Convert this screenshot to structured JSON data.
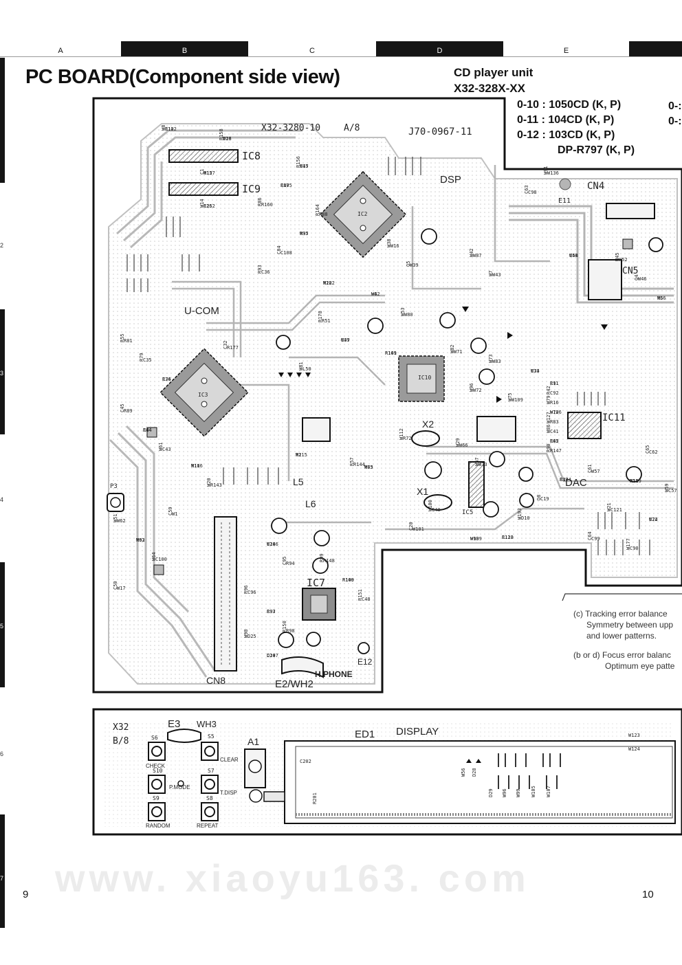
{
  "header": {
    "columns": [
      "A",
      "B",
      "C",
      "D",
      "E"
    ],
    "rows": [
      "2",
      "3",
      "4",
      "5",
      "6",
      "7"
    ]
  },
  "title": "PC BOARD(Component side view)",
  "unit": {
    "name": "CD player unit",
    "code": "X32-328X-XX"
  },
  "models": [
    "0-10 : 1050CD (K, P)",
    "0-11 : 104CD (K, P)",
    "0-12 : 103CD (K, P)",
    "DP-R797 (K, P)"
  ],
  "models_cut": [
    "0-:",
    "0-:"
  ],
  "main_board": {
    "board_no": "X32-3280-10",
    "sheet": "A/8",
    "pcb_no": "J70-0967-11",
    "ics": [
      "IC8",
      "IC9",
      "IC2",
      "IC3",
      "IC10",
      "IC11",
      "IC5",
      "IC7"
    ],
    "blocks": [
      "DSP",
      "U-COM",
      "DAC",
      "CN4",
      "CN5",
      "CN8",
      "E11",
      "E12",
      "X1",
      "X2",
      "P3",
      "L5",
      "L6"
    ],
    "bottom_labels": [
      "H.PHONE",
      "E2/WH2"
    ],
    "components": [
      "W8",
      "W18",
      "W12",
      "W14",
      "W15",
      "R87",
      "R86",
      "R88",
      "W37",
      "C84",
      "C36",
      "W28",
      "W38",
      "W39",
      "W62",
      "W42",
      "W43",
      "W44",
      "W45",
      "W46",
      "R56",
      "R55",
      "C35",
      "C34",
      "C32",
      "R51",
      "C37",
      "W81",
      "W80",
      "R141",
      "W82",
      "W83",
      "C33",
      "W96",
      "W109",
      "R11",
      "R42",
      "R16",
      "W126",
      "W127",
      "C41",
      "R85",
      "R90",
      "R89",
      "R84",
      "W61",
      "W62",
      "W63",
      "W64",
      "W17",
      "W10",
      "W20",
      "W1",
      "W2",
      "R57",
      "R72",
      "R73",
      "W29",
      "W33",
      "C39",
      "D8",
      "D10",
      "C113",
      "C65",
      "W57",
      "W58",
      "W59",
      "C121",
      "C74",
      "C64",
      "C90",
      "C24",
      "C95",
      "C96",
      "C93",
      "R150",
      "R148",
      "R149",
      "R151",
      "D25",
      "D24",
      "W100",
      "W101",
      "W90",
      "W91",
      "C98",
      "C102",
      "R158",
      "R157",
      "R152",
      "R156",
      "C105",
      "R160",
      "R164",
      "R95",
      "C108",
      "R93",
      "R122",
      "W16",
      "Q5",
      "W4",
      "W87",
      "W7",
      "C58",
      "W52",
      "Q4",
      "W6",
      "R81",
      "R79",
      "R76",
      "R177",
      "R178",
      "W49",
      "L50",
      "W53",
      "R169",
      "W71",
      "W73",
      "W74",
      "W72",
      "W75",
      "C91",
      "C92",
      "W79",
      "W70",
      "R83",
      "W86",
      "C42",
      "R147",
      "C45",
      "C44",
      "C43",
      "W51",
      "R92",
      "C100",
      "C50",
      "R116",
      "R143",
      "C59",
      "R115",
      "R144",
      "W112",
      "W65",
      "W66",
      "W67",
      "R174",
      "C19",
      "W193",
      "R120",
      "C62",
      "C61",
      "R119",
      "C57",
      "W21",
      "W22",
      "C99",
      "W177",
      "W186",
      "R94",
      "R96",
      "R97",
      "R98",
      "R99",
      "R100",
      "C48",
      "W98",
      "C107",
      "C40",
      "C20",
      "W139",
      "W136",
      "C63",
      "R12",
      "D26",
      "C1",
      "C26",
      "C47"
    ]
  },
  "display_board": {
    "board_no": "X32",
    "sheet": "B/8",
    "labels": [
      "E3",
      "WH3",
      "A1",
      "ED1",
      "DISPLAY"
    ],
    "switches": [
      {
        "ref": "S6",
        "label": "CHECK"
      },
      {
        "ref": "S5",
        "label": "CLEAR"
      },
      {
        "ref": "S10",
        "label": "P.MODE"
      },
      {
        "ref": "S7",
        "label": "T.DISP"
      },
      {
        "ref": "S9",
        "label": "RANDOM"
      },
      {
        "ref": "S8",
        "label": "REPEAT"
      }
    ],
    "components": [
      "C202",
      "R201",
      "W56",
      "D28",
      "D29",
      "W96",
      "W99",
      "W105",
      "W107",
      "W123",
      "W124"
    ]
  },
  "notes": [
    {
      "line1": "(c) Tracking error balance",
      "line2": "Symmetry between upp",
      "line3": "and lower patterns."
    },
    {
      "line1": "(b or d) Focus error balanc",
      "line2": "Optimum eye patte"
    }
  ],
  "footer": {
    "page_left": "9",
    "page_right": "10",
    "watermark": "www. xiaoyu163. com"
  },
  "colors": {
    "ink": "#1a1a1a",
    "trace": "#bcbcbc",
    "trace_dark": "#8a8a8a",
    "paper": "#ffffff"
  }
}
